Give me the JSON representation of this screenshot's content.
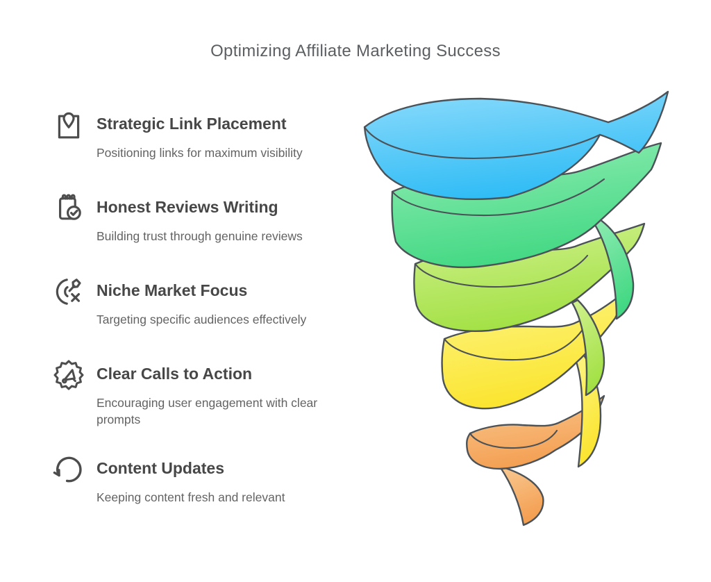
{
  "title": "Optimizing Affiliate Marketing Success",
  "items": [
    {
      "icon": "map-pin-icon",
      "title": "Strategic Link Placement",
      "description": "Positioning links for maximum visibility"
    },
    {
      "icon": "review-check-icon",
      "title": "Honest Reviews Writing",
      "description": "Building trust through genuine reviews"
    },
    {
      "icon": "target-dart-icon",
      "title": "Niche Market Focus",
      "description": "Targeting specific audiences effectively"
    },
    {
      "icon": "megaphone-badge-icon",
      "title": "Clear Calls to Action",
      "description": "Encouraging user engagement with clear prompts"
    },
    {
      "icon": "refresh-icon",
      "title": "Content Updates",
      "description": "Keeping content fresh and relevant"
    }
  ],
  "colors": {
    "title_text": "#5c5f62",
    "item_title": "#474747",
    "item_description": "#636363",
    "icon_stroke": "#4d4d4d"
  },
  "funnel": {
    "outline_color": "#4b5258",
    "layers": [
      {
        "name": "stage-1-blue",
        "color_top": "#8ADAFB",
        "color_bottom": "#2FBCF5"
      },
      {
        "name": "stage-2-green",
        "color_top": "#8FECB2",
        "color_bottom": "#42D883"
      },
      {
        "name": "stage-3-lime",
        "color_top": "#D0F18E",
        "color_bottom": "#A2E043"
      },
      {
        "name": "stage-4-yellow",
        "color_top": "#FCF483",
        "color_bottom": "#FBE42C"
      },
      {
        "name": "stage-5-orange",
        "color_top": "#F8C890",
        "color_bottom": "#F49E50"
      }
    ]
  }
}
